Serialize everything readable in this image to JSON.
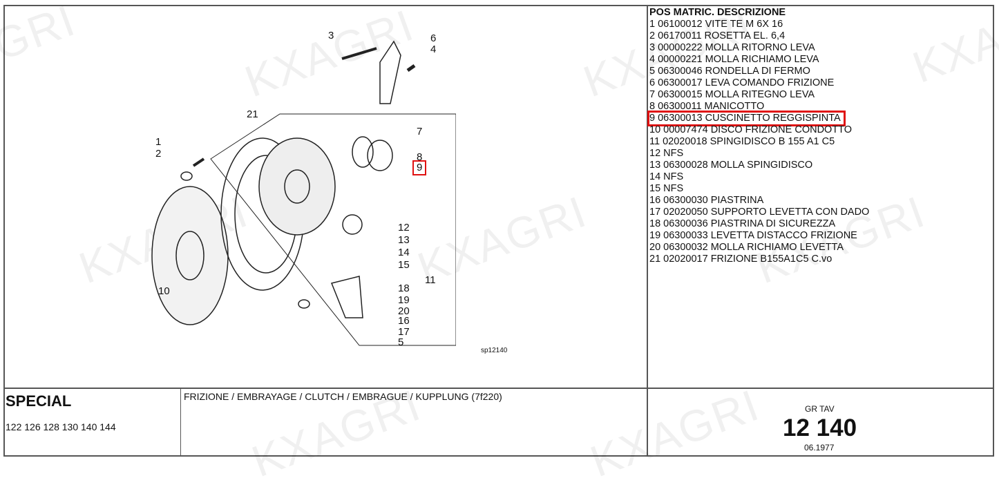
{
  "parts_header": "POS MATRIC. DESCRIZIONE",
  "parts": [
    "1 06100012 VITE TE M 6X 16",
    "2 06170011 ROSETTA EL. 6,4",
    "3 00000222 MOLLA RITORNO LEVA",
    "4 00000221 MOLLA RICHIAMO LEVA",
    "5 06300046 RONDELLA DI FERMO",
    "6 06300017 LEVA COMANDO FRIZIONE",
    "7 06300015 MOLLA RITEGNO LEVA",
    "8 06300011 MANICOTTO",
    "9 06300013 CUSCINETTO REGGISPINTA",
    "10 00007474 DISCO FRIZIONE CONDOTTO",
    "11 02020018 SPINGIDISCO B 155 A1 C5",
    "12 NFS",
    "13 06300028 MOLLA SPINGIDISCO",
    "14 NFS",
    "15 NFS",
    "16 06300030 PIASTRINA",
    "17 02020050 SUPPORTO LEVETTA CON DADO",
    "18 06300036 PIASTRINA DI SICUREZZA",
    "19 06300033 LEVETTA DISTACCO FRIZIONE",
    "20 06300032 MOLLA RICHIAMO LEVETTA",
    "21 02020017 FRIZIONE B155A1C5 C.vo"
  ],
  "highlighted_index": 8,
  "callouts": [
    "1",
    "2",
    "3",
    "4",
    "5",
    "6",
    "7",
    "8",
    "9",
    "10",
    "11",
    "12",
    "13",
    "14",
    "15",
    "16",
    "17",
    "18",
    "19",
    "20",
    "21"
  ],
  "drawing_code": "sp12140",
  "footer": {
    "model": "SPECIAL",
    "models": "122 126 128 130 140 144",
    "title": "FRIZIONE / EMBRAYAGE / CLUTCH / EMBRAGUE / KUPPLUNG (7f220)",
    "gr_tav_label": "GR TAV",
    "gr_tav": "12 140",
    "date": "06.1977"
  },
  "watermark": "KXAGRI",
  "highlight_color": "#e01010"
}
